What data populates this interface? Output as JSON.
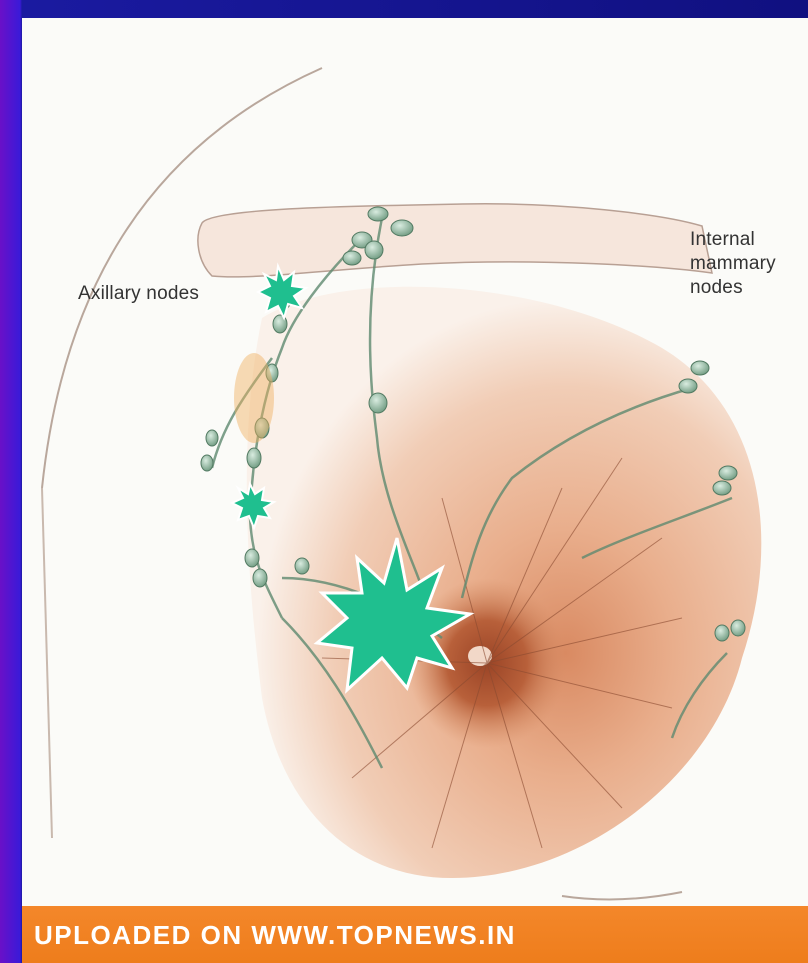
{
  "labels": {
    "axillary_nodes": "Axillary nodes",
    "internal_mammary_line1": "Internal",
    "internal_mammary_line2": "mammary",
    "internal_mammary_line3": "nodes"
  },
  "banner": {
    "text": "UPLOADED ON WWW.TOPNEWS.IN"
  },
  "colors": {
    "background": "#101080",
    "skin": "#e9b99a",
    "areola": "#b8603a",
    "lymph_node": "#9bb9a0",
    "lymph_vessel": "#5f8a70",
    "tumor_marker": "#1fbf8f",
    "banner": "#f08020"
  }
}
